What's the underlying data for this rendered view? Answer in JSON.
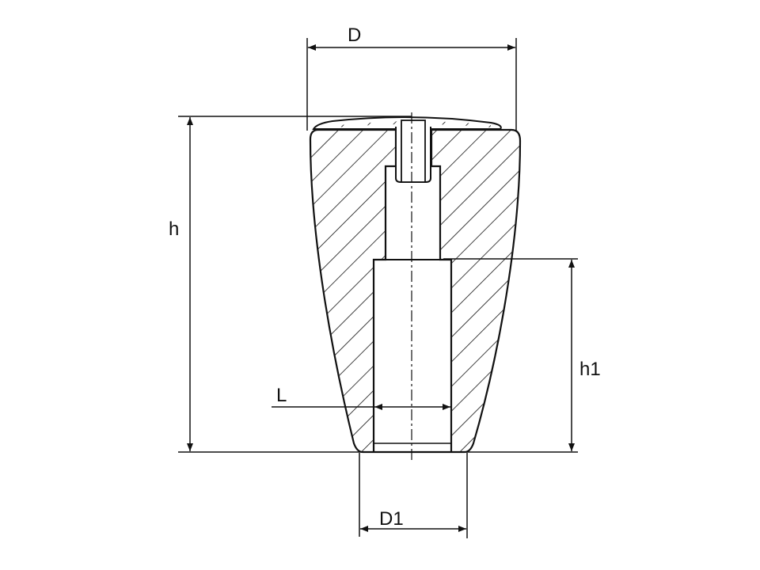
{
  "drawing": {
    "colors": {
      "line": "#111111",
      "background": "#ffffff"
    },
    "dimensions": {
      "D": "D",
      "h": "h",
      "h1": "h1",
      "L": "L",
      "D1": "D1"
    }
  }
}
